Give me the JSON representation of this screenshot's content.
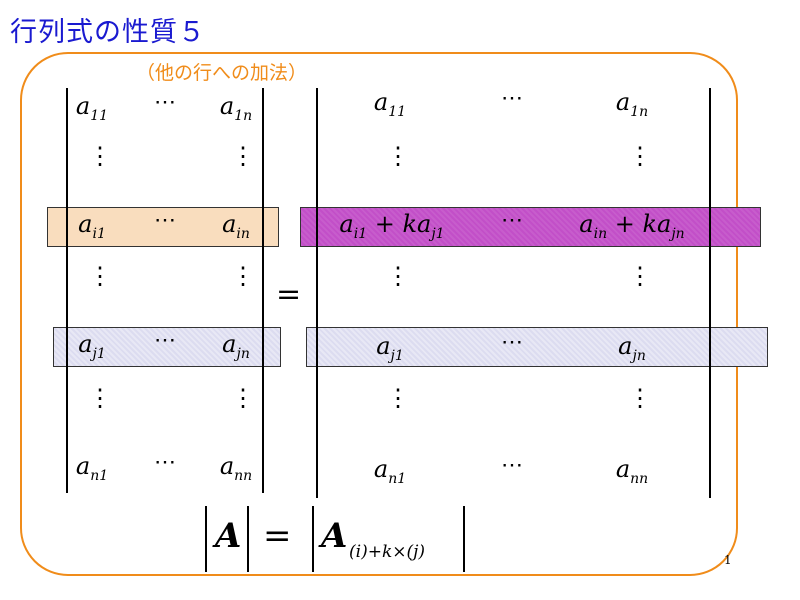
{
  "title": "行列式の性質５",
  "subtitle": "（他の行への加法）",
  "page_number": "1",
  "equals_sign": "=",
  "ellipsis": "⋯",
  "vertical_ellipsis": "⋮",
  "left_matrix": {
    "row_1": [
      "a",
      "11",
      "a",
      "1n"
    ],
    "row_i": [
      "a",
      "i1",
      "a",
      "in"
    ],
    "row_j": [
      "a",
      "j1",
      "a",
      "jn"
    ],
    "row_n": [
      "a",
      "n1",
      "a",
      "nn"
    ]
  },
  "right_matrix": {
    "row_1": [
      "a",
      "11",
      "a",
      "1n"
    ],
    "row_i_left": [
      "a",
      "i1",
      " + ka",
      "j1"
    ],
    "row_i_right": [
      "a",
      "in",
      " + ka",
      "jn"
    ],
    "row_j": [
      "a",
      "j1",
      "a",
      "jn"
    ],
    "row_n": [
      "a",
      "n1",
      "a",
      "nn"
    ]
  },
  "formula": {
    "lhs": "A",
    "eq": "=",
    "rhs": "A",
    "subscript": "(i)+k×(j)"
  },
  "colors": {
    "title": "#1a1ad0",
    "frame": "#f08c1a",
    "highlight_row_i_left": "#f9ddbe",
    "highlight_row_i_right": "#c24fc8",
    "highlight_row_j": "#dcdcf0"
  }
}
